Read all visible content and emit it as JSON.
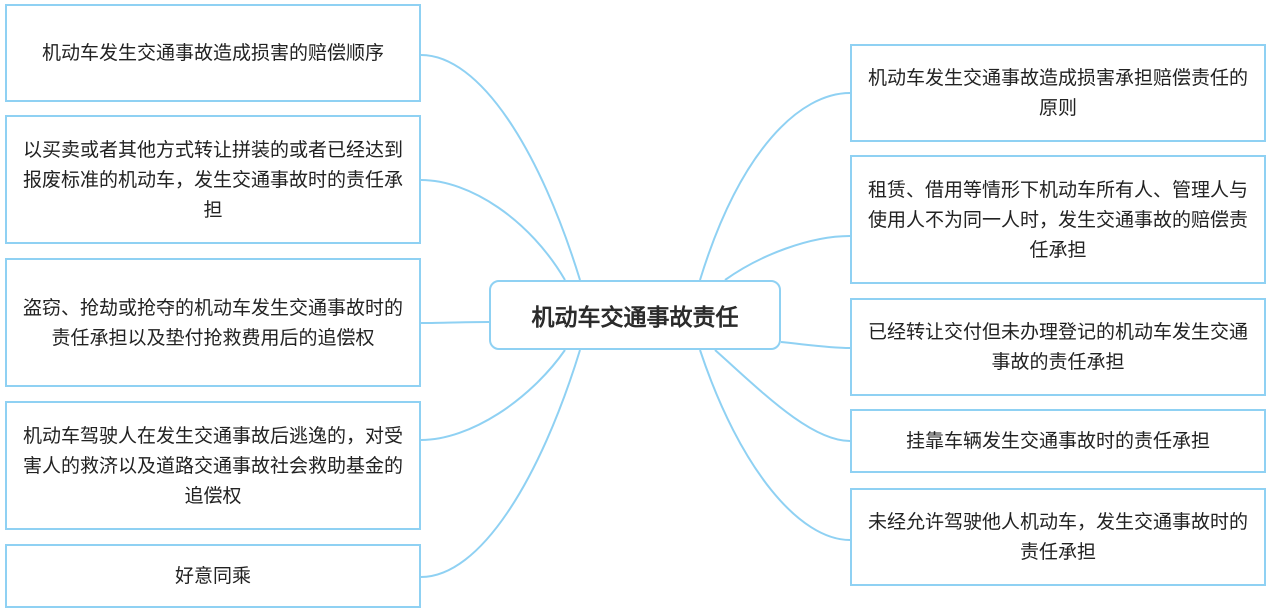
{
  "center": {
    "title": "机动车交通事故责任"
  },
  "left_nodes": [
    {
      "label": "机动车发生交通事故造成损害的赔偿顺序"
    },
    {
      "label": "以买卖或者其他方式转让拼装的或者已经达到报废标准的机动车，发生交通事故时的责任承担"
    },
    {
      "label": "盗窃、抢劫或抢夺的机动车发生交通事故时的责任承担以及垫付抢救费用后的追偿权"
    },
    {
      "label": "机动车驾驶人在发生交通事故后逃逸的，对受害人的救济以及道路交通事故社会救助基金的追偿权"
    },
    {
      "label": "好意同乘"
    }
  ],
  "right_nodes": [
    {
      "label": "机动车发生交通事故造成损害承担赔偿责任的原则"
    },
    {
      "label": "租赁、借用等情形下机动车所有人、管理人与使用人不为同一人时，发生交通事故的赔偿责任承担"
    },
    {
      "label": "已经转让交付但未办理登记的机动车发生交通事故的责任承担"
    },
    {
      "label": "挂靠车辆发生交通事故时的责任承担"
    },
    {
      "label": "未经允许驾驶他人机动车，发生交通事故时的责任承担"
    }
  ],
  "colors": {
    "border": "#8fd1f3",
    "link": "#8fd1f3",
    "text": "#222222"
  }
}
